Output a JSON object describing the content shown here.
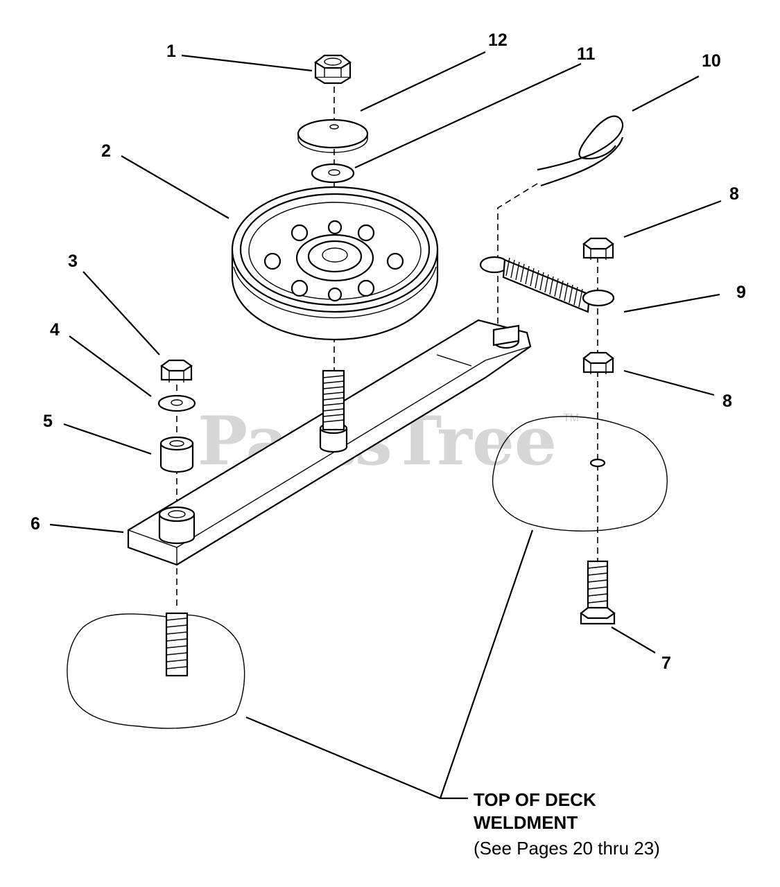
{
  "watermark": {
    "text": "PartsTree",
    "trademark": "TM"
  },
  "callouts": [
    {
      "id": "callout-1",
      "label": "1"
    },
    {
      "id": "callout-2",
      "label": "2"
    },
    {
      "id": "callout-3",
      "label": "3"
    },
    {
      "id": "callout-4",
      "label": "4"
    },
    {
      "id": "callout-5",
      "label": "5"
    },
    {
      "id": "callout-6",
      "label": "6"
    },
    {
      "id": "callout-7",
      "label": "7"
    },
    {
      "id": "callout-8a",
      "label": "8"
    },
    {
      "id": "callout-8b",
      "label": "8"
    },
    {
      "id": "callout-9",
      "label": "9"
    },
    {
      "id": "callout-10",
      "label": "10"
    },
    {
      "id": "callout-11",
      "label": "11"
    },
    {
      "id": "callout-12",
      "label": "12"
    }
  ],
  "note": {
    "line1": "TOP OF DECK",
    "line2": "WELDMENT",
    "line3": "(See Pages 20 thru 23)"
  }
}
